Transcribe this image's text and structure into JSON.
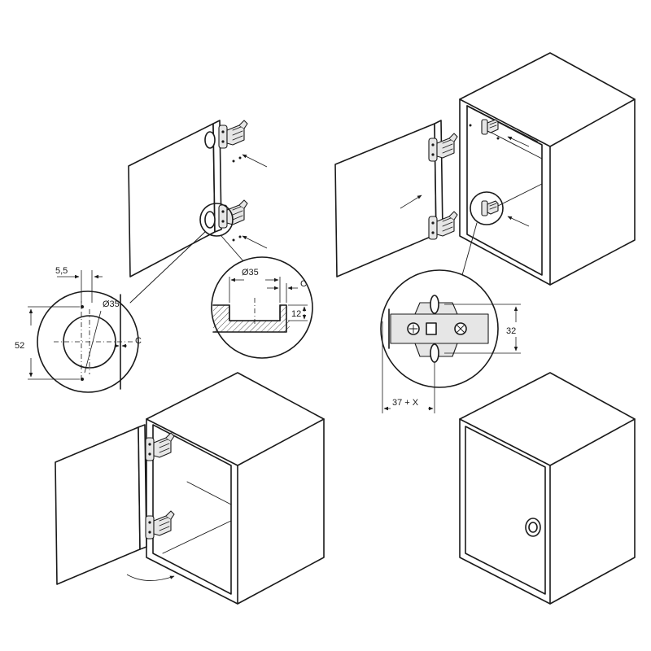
{
  "callout_top_left": {
    "dim_offset": "5,5",
    "dim_diameter": "Ø35",
    "dim_height": "52",
    "dim_edge": "C"
  },
  "callout_section": {
    "dim_diameter": "Ø35",
    "dim_edge": "C",
    "dim_depth": "12"
  },
  "callout_plate": {
    "dim_spacing": "32",
    "dim_setback": "37 + X"
  }
}
